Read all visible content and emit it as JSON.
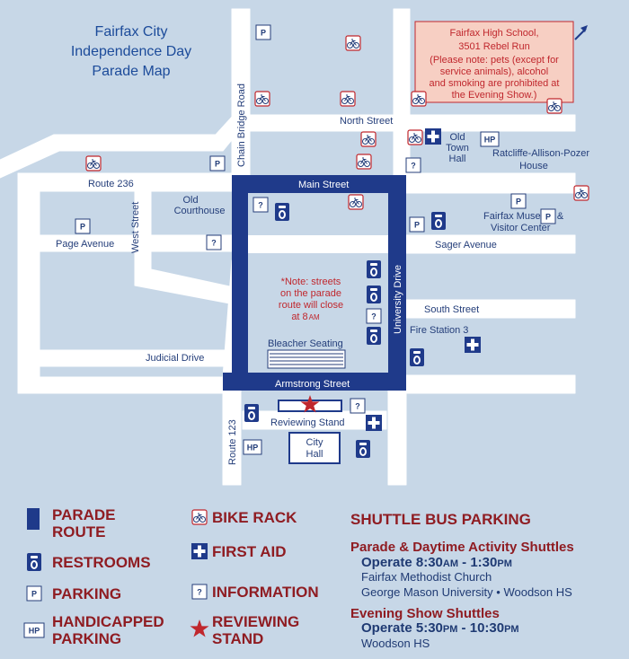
{
  "title": {
    "line1": "Fairfax City",
    "line2": "Independence Day",
    "line3": "Parade Map"
  },
  "school": {
    "line1": "Fairfax High School,",
    "line2": "3501 Rebel Run",
    "line3": "(Please note: pets (except for",
    "line4": "service animals), alcohol",
    "line5": "and smoking are prohibited at",
    "line6": "the Evening Show.)"
  },
  "streets": {
    "chain_bridge": "Chain Bridge Road",
    "north": "North Street",
    "main": "Main Street",
    "route236": "Route 236",
    "west": "West Street",
    "page": "Page Avenue",
    "judicial": "Judicial Drive",
    "sager": "Sager Avenue",
    "university": "University Drive",
    "south": "South Street",
    "armstrong": "Armstrong Street",
    "route123": "Route 123"
  },
  "places": {
    "old_courthouse_1": "Old",
    "old_courthouse_2": "Courthouse",
    "old_town_hall_1": "Old",
    "old_town_hall_2": "Town",
    "old_town_hall_3": "Hall",
    "ratcliffe_1": "Ratcliffe-Allison-Pozer",
    "ratcliffe_2": "House",
    "museum_1": "Fairfax Museum &",
    "museum_2": "Visitor Center",
    "fire_station": "Fire Station 3",
    "bleacher": "Bleacher Seating",
    "reviewing": "Reviewing Stand",
    "city_hall_1": "City",
    "city_hall_2": "Hall"
  },
  "parade_note": {
    "line1": "*Note: streets",
    "line2": "on the parade",
    "line3": "route will close",
    "line4_a": "at 8",
    "line4_b": "AM"
  },
  "pins": {
    "parking": "P",
    "handicapped": "HP",
    "info": "?"
  },
  "legend": {
    "parade_route_1": "PARADE",
    "parade_route_2": "ROUTE",
    "restrooms": "RESTROOMS",
    "parking": "PARKING",
    "handicapped_1": "HANDICAPPED",
    "handicapped_2": "PARKING",
    "bike_rack": "BIKE RACK",
    "first_aid": "FIRST AID",
    "information": "INFORMATION",
    "reviewing_1": "REVIEWING",
    "reviewing_2": "STAND"
  },
  "shuttle": {
    "heading": "SHUTTLE BUS PARKING",
    "parade_heading": "Parade & Daytime Activity Shuttles",
    "parade_operate_a": "Operate 8:30",
    "parade_operate_b": "AM",
    "parade_operate_c": " - 1:30",
    "parade_operate_d": "PM",
    "parade_loc1": "Fairfax Methodist Church",
    "parade_loc2": "George Mason University • Woodson HS",
    "evening_heading": "Evening Show Shuttles",
    "evening_operate_a": "Operate 5:30",
    "evening_operate_b": "PM",
    "evening_operate_c": " - 10:30",
    "evening_operate_d": "PM",
    "evening_loc": "Woodson HS"
  },
  "colors": {
    "background": "#c7d7e7",
    "road": "#ffffff",
    "parade_route": "#1f3a8a",
    "school_box": "#f7cfc3",
    "accent_red": "#c0272d",
    "legend_red": "#8f1c22"
  }
}
